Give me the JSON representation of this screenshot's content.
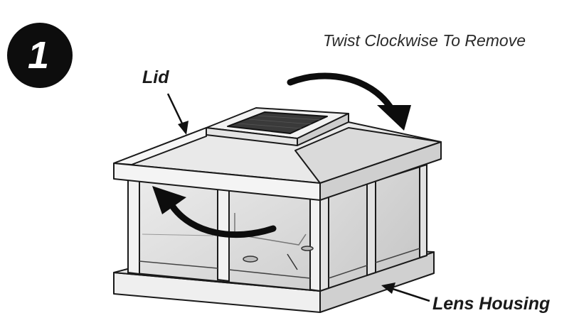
{
  "step": {
    "number": "1"
  },
  "instruction": {
    "text": "Twist Clockwise To Remove"
  },
  "labels": {
    "lid": "Lid",
    "lens_housing": "Lens Housing"
  },
  "colors": {
    "outline": "#1a1a1a",
    "lid_face": "#e8e8e8",
    "panel_glass": "#d6d6d6",
    "solar_panel": "#3a3a3a",
    "badge": "#0d0d0d"
  },
  "icons": [
    "clockwise-arrow-icon",
    "counterclockwise-arrow-icon",
    "pointer-arrow-icon"
  ]
}
